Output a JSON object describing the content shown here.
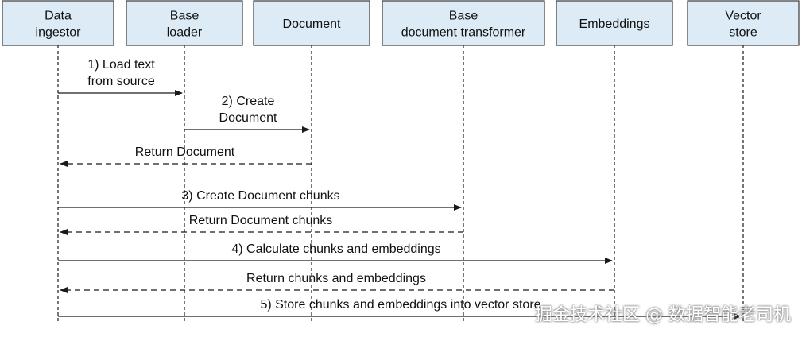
{
  "colors": {
    "actor_fill": "#dcebf5",
    "actor_stroke": "#3a3a3a",
    "line": "#1a1a1a"
  },
  "actors": [
    {
      "id": "data-ingestor",
      "lines": [
        "Data",
        "ingestor"
      ]
    },
    {
      "id": "base-loader",
      "lines": [
        "Base",
        "loader"
      ]
    },
    {
      "id": "document",
      "lines": [
        "Document"
      ]
    },
    {
      "id": "base-document-transformer",
      "lines": [
        "Base",
        "document transformer"
      ]
    },
    {
      "id": "embeddings",
      "lines": [
        "Embeddings"
      ]
    },
    {
      "id": "vector-store",
      "lines": [
        "Vector",
        "store"
      ]
    }
  ],
  "messages": [
    {
      "id": "load-text",
      "from": 0,
      "to": 1,
      "style": "solid",
      "lines": [
        "1) Load text",
        "from source"
      ]
    },
    {
      "id": "create-document",
      "from": 1,
      "to": 2,
      "style": "solid",
      "lines": [
        "2) Create",
        "Document"
      ]
    },
    {
      "id": "return-document",
      "from": 2,
      "to": 0,
      "style": "dashed",
      "lines": [
        "Return Document"
      ]
    },
    {
      "id": "create-chunks",
      "from": 0,
      "to": 3,
      "style": "solid",
      "lines": [
        "3) Create Document chunks"
      ]
    },
    {
      "id": "return-chunks",
      "from": 3,
      "to": 0,
      "style": "dashed",
      "lines": [
        "Return Document chunks"
      ]
    },
    {
      "id": "calc-embeddings",
      "from": 0,
      "to": 4,
      "style": "solid",
      "lines": [
        "4) Calculate chunks and embeddings"
      ]
    },
    {
      "id": "return-embeddings",
      "from": 4,
      "to": 0,
      "style": "dashed",
      "lines": [
        "Return chunks and embeddings"
      ]
    },
    {
      "id": "store-chunks",
      "from": 0,
      "to": 5,
      "style": "solid",
      "lines": [
        "5) Store chunks and embeddings into vector store"
      ]
    }
  ],
  "watermark": "掘金技术社区 @ 数据智能老司机"
}
